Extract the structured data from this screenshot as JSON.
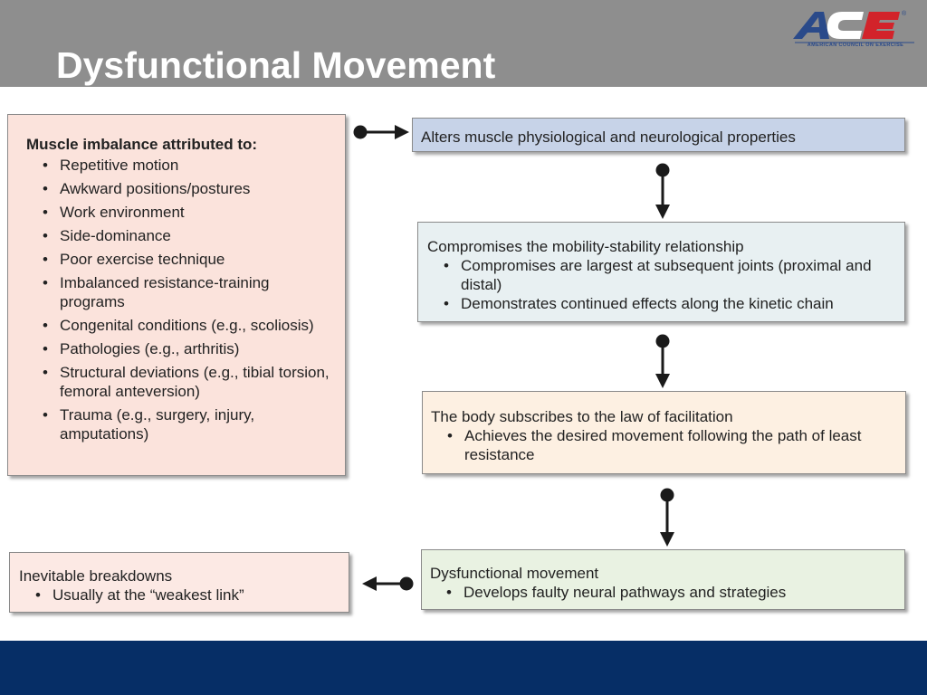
{
  "slide": {
    "title": "Dysfunctional Movement",
    "logo_text": "ACE",
    "logo_subtext": "AMERICAN COUNCIL ON EXERCISE",
    "logo_registered": "®"
  },
  "diagram": {
    "causes": {
      "heading": "Muscle imbalance attributed to:",
      "items": [
        "Repetitive motion",
        "Awkward positions/postures",
        "Work environment",
        "Side-dominance",
        "Poor exercise technique",
        "Imbalanced resistance-training programs",
        "Congenital conditions (e.g., scoliosis)",
        "Pathologies (e.g., arthritis)",
        "Structural deviations (e.g., tibial torsion, femoral anteversion)",
        "Trauma (e.g., surgery, injury, amputations)"
      ]
    },
    "alters": {
      "heading": "Alters muscle physiological and neurological properties"
    },
    "compromises": {
      "heading": "Compromises the mobility-stability relationship",
      "items": [
        "Compromises are largest at subsequent joints (proximal and distal)",
        "Demonstrates continued effects along the kinetic chain"
      ]
    },
    "facilitation": {
      "heading": "The body subscribes to the law of facilitation",
      "items": [
        "Achieves the desired movement following the path of least resistance"
      ]
    },
    "dysfunctional": {
      "heading": "Dysfunctional movement",
      "items": [
        "Develops faulty neural pathways and strategies"
      ]
    },
    "breakdowns": {
      "heading": "Inevitable breakdowns",
      "items": [
        "Usually at the “weakest link”"
      ]
    }
  },
  "colors": {
    "header_bg": "#8e8e8e",
    "footer_bg": "#062e66",
    "logo_blue": "#2a4a8a",
    "logo_red": "#d2232a"
  }
}
